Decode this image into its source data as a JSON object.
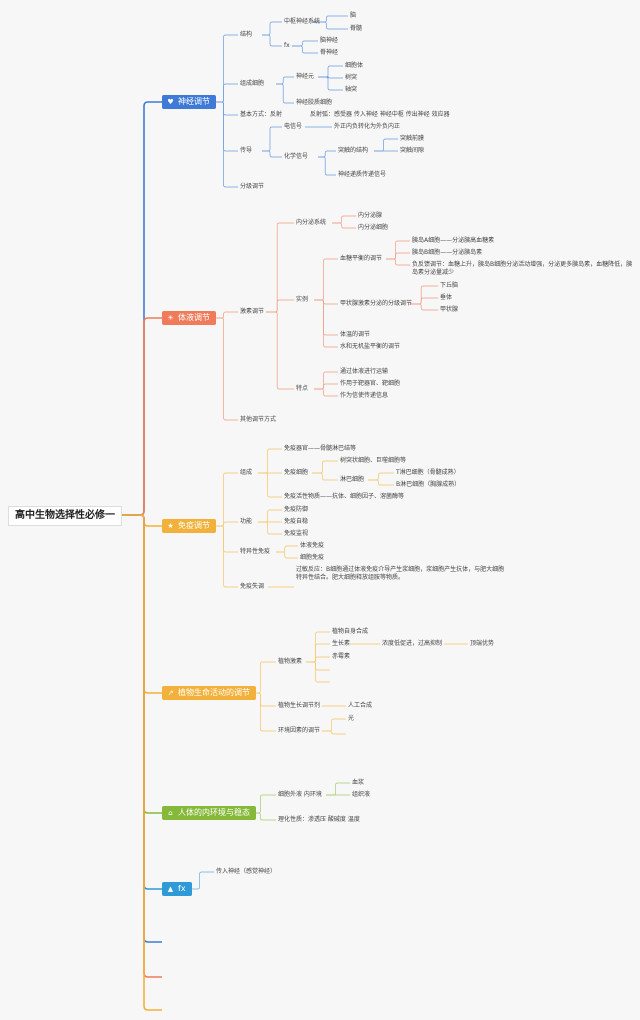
{
  "root": "高中生物选择性必修一",
  "colors": {
    "nerve": "#3f7bd6",
    "humoral": "#f07b5a",
    "immune": "#f2b13a",
    "plant": "#f2b13a",
    "internal": "#86b93a",
    "fx": "#2f9ad8"
  },
  "branches": {
    "nerve": {
      "label": "神经调节",
      "icon": "heart-icon"
    },
    "humoral": {
      "label": "体液调节",
      "icon": "sun-icon"
    },
    "immune": {
      "label": "免疫调节",
      "icon": "star-icon"
    },
    "plant": {
      "label": "植物生命活动的调节",
      "icon": "chart-icon"
    },
    "internal": {
      "label": "人体的内环境与稳态",
      "icon": "house-icon"
    },
    "fx": {
      "label": "fx",
      "icon": "fx-icon"
    }
  },
  "nerve": {
    "structure": "结构",
    "cns": "中枢神经系统",
    "brain": "脑",
    "spinal_cord": "脊髓",
    "fx": "fx",
    "cranial_nerve": "脑神经",
    "spinal_nerve": "脊神经",
    "cells": "组成细胞",
    "neuron": "神经元",
    "cell_body": "细胞体",
    "dendrite": "树突",
    "axon": "轴突",
    "glia": "神经胶质细胞",
    "basic_mode": "基本方式：反射",
    "reflex_arc": "反射弧：感受器 传入神经 神经中枢 传出神经 效应器",
    "transmission": "传导",
    "electric": "电信号",
    "electric_desc": "外正内负转化为外负内正",
    "chemical": "化学信号",
    "synapse": "突触的结构",
    "pre": "突触前膜",
    "cleft": "突触间隙",
    "transmitter": "神经递质传递信号",
    "graded": "分级调节"
  },
  "humoral": {
    "hormone_reg": "激素调节",
    "endocrine": "内分泌系统",
    "gland": "内分泌腺",
    "endo_cell": "内分泌细胞",
    "examples": "实例",
    "blood_sugar": "血糖平衡的调节",
    "alpha": "胰岛A细胞——分泌胰高血糖素",
    "beta": "胰岛B细胞——分泌胰岛素",
    "feedback": "负反馈调节：血糖上升，胰岛B细胞分泌活动增强，分泌更多胰岛素，血糖降低，胰岛素分泌量减少",
    "thyroid_axis": "甲状腺激素分泌的分级调节",
    "hypothalamus": "下丘脑",
    "pituitary": "垂体",
    "thyroid": "甲状腺",
    "temperature": "体温的调节",
    "water_salt": "水和无机盐平衡的调节",
    "features": "特点",
    "f1": "通过体液进行运输",
    "f2": "作用于靶器官、靶细胞",
    "f3": "作为信使传递信息",
    "other": "其他调节方式"
  },
  "immune": {
    "composition": "组成",
    "organs": "免疫器官——骨髓淋巴结等",
    "cells": "免疫细胞",
    "dc": "树突状细胞、巨噬细胞等",
    "lymph": "淋巴细胞",
    "t": "T淋巴细胞（骨髓成熟）",
    "b": "B淋巴细胞（胸腺成熟）",
    "active": "免疫活性物质——抗体、细胞因子、溶菌酶等",
    "function": "功能",
    "defense": "免疫防御",
    "self": "免疫自稳",
    "surveil": "免疫监视",
    "specific": "特异性免疫",
    "humoral": "体液免疫",
    "cellular": "细胞免疫",
    "disorder": "免疫失调",
    "allergy": "过敏反应：B细胞通过体液免疫介导产生浆细胞，浆细胞产生抗体，与肥大细胞特异性结合。肥大细胞释放组胺等物质。"
  },
  "plant": {
    "hormone": "植物激素",
    "self_synth": "植物自身合成",
    "auxin": "生长素",
    "low_high": "浓度低促进，过高抑制",
    "apical": "顶端优势",
    "gib": "赤霉素",
    "regulator": "植物生长调节剂",
    "artificial": "人工合成",
    "env": "环境因素的调节",
    "light": "光"
  },
  "internal": {
    "ext_env": "细胞外液 内环境",
    "plasma": "血浆",
    "tissue": "组织液",
    "physchem": "理化性质：渗透压 酸碱度 温度"
  },
  "fx": {
    "afferent": "传入神经（感觉神经）"
  }
}
